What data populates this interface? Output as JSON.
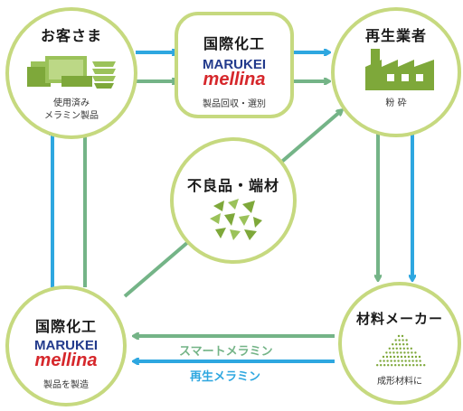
{
  "colors": {
    "ring": "#c6d97f",
    "arrow_green": "#74b487",
    "arrow_blue": "#2ea7e0",
    "icon_green": "#7ea83a",
    "logo_blue": "#223a8c",
    "logo_red": "#d6272b"
  },
  "nodes": {
    "customer": {
      "title": "お客さま",
      "caption_line1": "使用済み",
      "caption_line2": "メラミン製品",
      "icon": "tableware-icon"
    },
    "kokusai_top": {
      "title": "国際化工",
      "logo_line1": "MARUKEI",
      "logo_line2": "mellina",
      "caption": "製品回収・選別"
    },
    "recycler": {
      "title": "再生業者",
      "caption": "粉 砕",
      "icon": "factory-icon"
    },
    "defects": {
      "title": "不良品・端材",
      "icon": "scrap-pieces-icon"
    },
    "kokusai_bottom": {
      "title": "国際化工",
      "logo_line1": "MARUKEI",
      "logo_line2": "mellina",
      "caption": "製品を製造"
    },
    "material_maker": {
      "title": "材料メーカー",
      "caption": "成形材料に",
      "icon": "powder-pile-icon"
    }
  },
  "flows": {
    "smart_melamine": "スマートメラミン",
    "recycled_melamine": "再生メラミン"
  }
}
